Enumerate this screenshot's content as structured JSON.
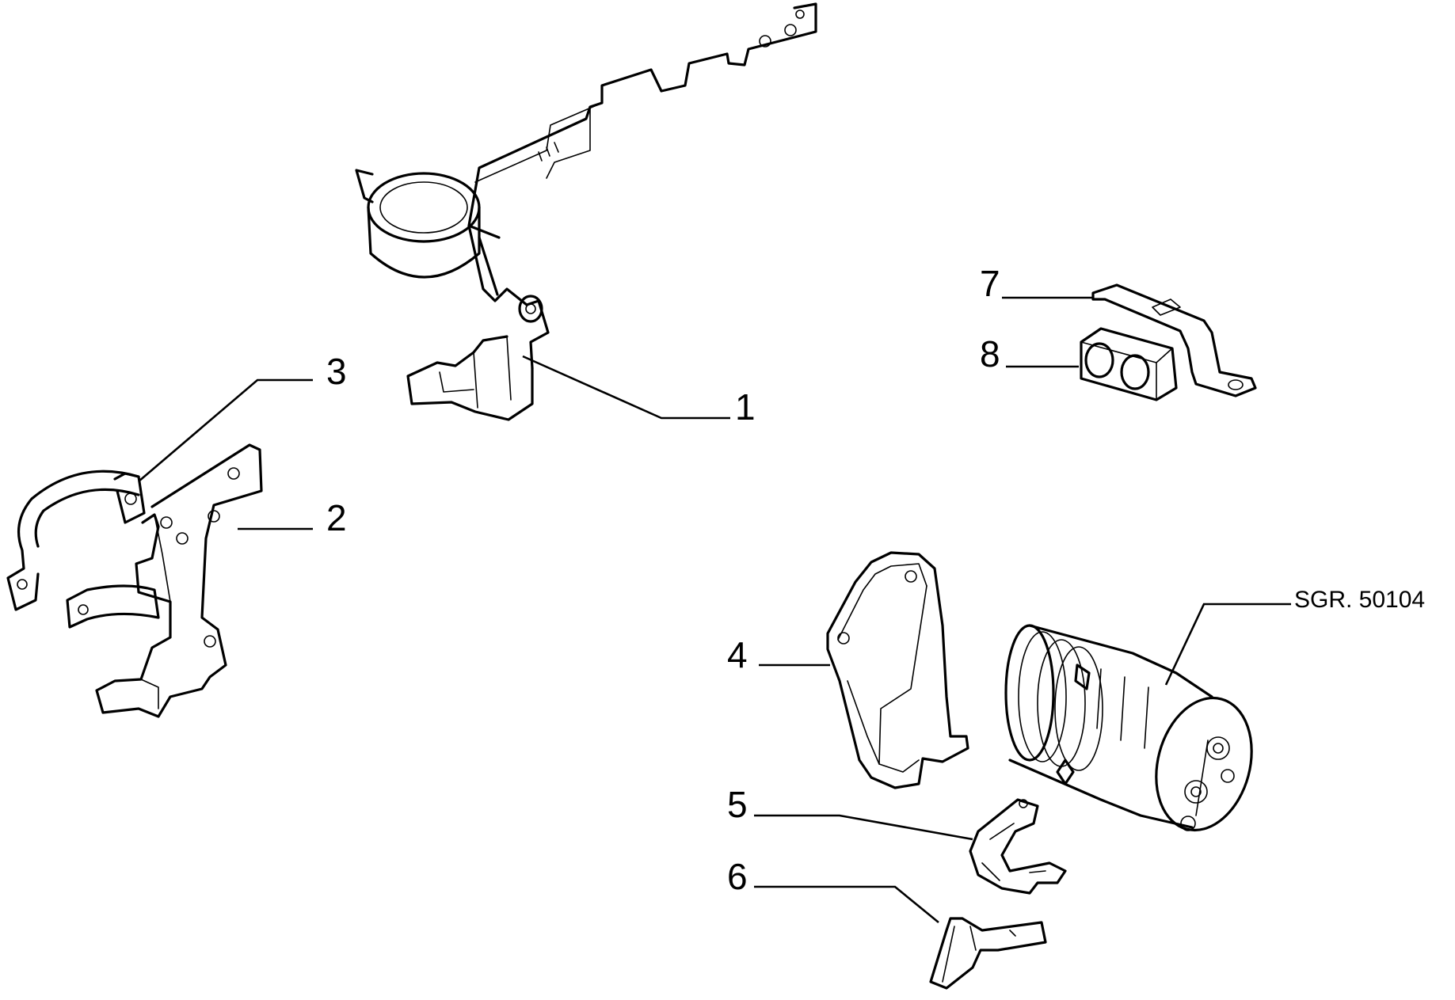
{
  "diagram": {
    "reference_code": "SGR. 50104",
    "callouts": [
      {
        "id": "1",
        "label": "1"
      },
      {
        "id": "2",
        "label": "2"
      },
      {
        "id": "3",
        "label": "3"
      },
      {
        "id": "4",
        "label": "4"
      },
      {
        "id": "5",
        "label": "5"
      },
      {
        "id": "6",
        "label": "6"
      },
      {
        "id": "7",
        "label": "7"
      },
      {
        "id": "8",
        "label": "8"
      }
    ]
  }
}
